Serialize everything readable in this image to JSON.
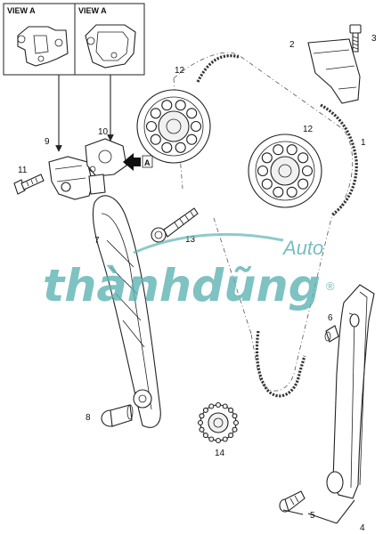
{
  "view_labels": [
    "VIEW A",
    "VIEW A"
  ],
  "callouts": {
    "c1": "1",
    "c2": "2",
    "c3": "3",
    "c4": "4",
    "c5": "5",
    "c6": "6",
    "c7": "7",
    "c8": "8",
    "c9": "9",
    "c10": "10",
    "c11": "11",
    "c12a": "12",
    "c12b": "12",
    "c13": "13",
    "c14": "14"
  },
  "view_arrow_label": "A",
  "watermark": {
    "brand": "thànhdũng",
    "sub": "Auto",
    "mark": "®"
  }
}
